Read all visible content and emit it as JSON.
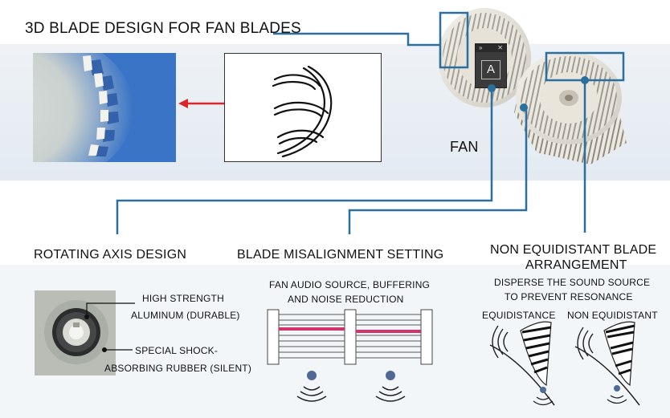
{
  "top": {
    "title": "3D BLADE DESIGN FOR FAN BLADES",
    "fan_label": "FAN",
    "popup_glyph": "A"
  },
  "sections": {
    "rotating_axis": {
      "title": "ROTATING AXIS DESIGN",
      "callout_1_line1": "HIGH STRENGTH",
      "callout_1_line2": "ALUMINUM (DURABLE)",
      "callout_2_line1": "SPECIAL SHOCK-",
      "callout_2_line2": "ABSORBING RUBBER (SILENT)"
    },
    "blade_misalignment": {
      "title": "BLADE MISALIGNMENT SETTING",
      "subtitle_line1": "FAN AUDIO SOURCE, BUFFERING",
      "subtitle_line2": "AND NOISE REDUCTION"
    },
    "non_equidistant": {
      "title_line1": "NON EQUIDISTANT BLADE",
      "title_line2": "ARRANGEMENT",
      "subtitle_line1": "DISPERSE THE SOUND SOURCE",
      "subtitle_line2": "TO PREVENT RESONANCE",
      "label_left": "EQUIDISTANCE",
      "label_right": "NON EQUIDISTANT"
    }
  },
  "colors": {
    "connector": "#2a6f9e",
    "arrow": "#d9262b",
    "accent_stripe": "#d2336b",
    "blue_photo": "#3a74c6"
  }
}
